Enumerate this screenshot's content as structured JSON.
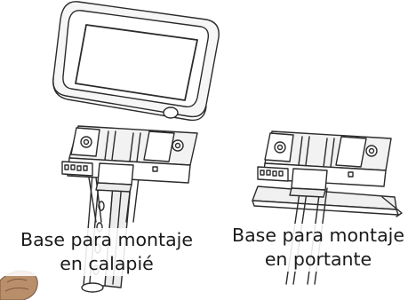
{
  "labels": {
    "left_line1": "Base para montaje",
    "left_line2": "en calapié",
    "right_line1": "Base para montaje",
    "right_line2": "en portante"
  },
  "colors": {
    "line": "#2b2b2b",
    "fill": "#ffffff",
    "shade": "#e9e9e9",
    "skin": "#b98e6a"
  }
}
